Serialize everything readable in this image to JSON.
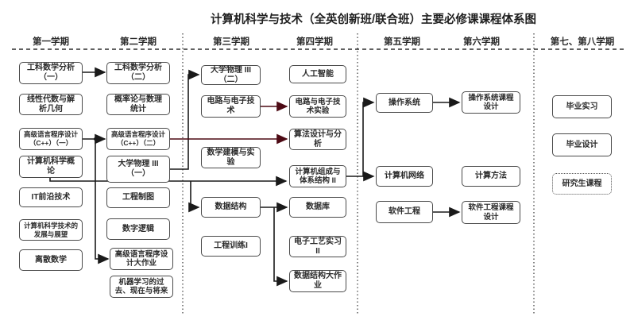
{
  "title": "计算机科学与技术（全英创新班/联合班）主要必修课课程体系图",
  "semesters": [
    "第一学期",
    "第二学期",
    "第三学期",
    "第四学期",
    "第五学期",
    "第六学期",
    "第七、第八学期"
  ],
  "courses": {
    "math_analysis_1": "工科数学分析（一）",
    "linear_algebra": "线性代数与解析几何",
    "cpp_programming_1": "高级语言程序设计（C++）（一）",
    "cs_introduction": "计算机科学概论",
    "it_frontier": "IT前沿技术",
    "cs_development_outlook": "计算机科学技术的发展与展望",
    "discrete_math": "离散数学",
    "math_analysis_2": "工科数学分析（二）",
    "probability_statistics": "概率论与数理统计",
    "cpp_programming_2": "高级语言程序设计（C++）（二）",
    "physics_1": "大学物理 III（一）",
    "engineering_drawing": "工程制图",
    "digital_logic": "数字逻辑",
    "cpp_project": "高级语言程序设计大作业",
    "machine_learning_past_future": "机器学习的过去、现在与将来",
    "physics_2": "大学物理 III（二）",
    "circuits_electronics": "电路与电子技术",
    "math_modeling": "数学建模与实验",
    "data_structures": "数据结构",
    "engineering_training_1": "工程训练I",
    "artificial_intelligence": "人工智能",
    "circuits_electronics_lab": "电路与电子技术实验",
    "algorithm_design": "算法设计与分析",
    "computer_organization": "计算机组成与体系结构 II",
    "database": "数据库",
    "electronic_practice_2": "电子工艺实习 II",
    "data_structures_project": "数据结构大作业",
    "operating_systems": "操作系统",
    "computer_networks": "计算机网络",
    "software_engineering": "软件工程",
    "os_course_design": "操作系统课程设计",
    "computational_methods": "计算方法",
    "se_course_design": "软件工程课程设计",
    "graduation_internship": "毕业实习",
    "graduation_design": "毕业设计",
    "graduate_courses": "研究生课程"
  },
  "edges": [
    {
      "from": "math_analysis_1",
      "to": "math_analysis_2"
    },
    {
      "from": "cpp_programming_1",
      "to": "cpp_programming_2"
    },
    {
      "from": "cpp_programming_1",
      "to": "cpp_project"
    },
    {
      "from": "cs_introduction",
      "to": "computer_organization"
    },
    {
      "from": "cs_introduction",
      "to": "data_structures"
    },
    {
      "from": "physics_1",
      "to": "physics_2"
    },
    {
      "from": "cpp_programming_2",
      "to": "algorithm_design",
      "accent": true
    },
    {
      "from": "circuits_electronics",
      "to": "circuits_electronics_lab",
      "accent": true
    },
    {
      "from": "data_structures",
      "to": "database"
    },
    {
      "from": "data_structures",
      "to": "data_structures_project"
    },
    {
      "from": "computer_organization",
      "to": "operating_systems"
    },
    {
      "from": "computer_organization",
      "to": "computer_networks"
    },
    {
      "from": "operating_systems",
      "to": "os_course_design"
    },
    {
      "from": "software_engineering",
      "to": "se_course_design"
    }
  ],
  "colors": {
    "line": "#1a1a1a",
    "line_accent": "#4d0a14",
    "box_border": "#4a4a4a"
  }
}
